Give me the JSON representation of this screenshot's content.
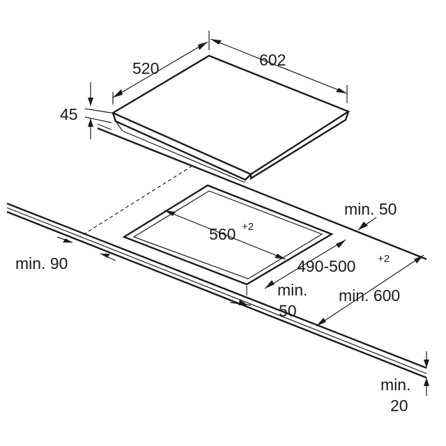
{
  "diagram": {
    "hob_width": "602",
    "hob_depth": "520",
    "hob_height": "45",
    "cutout_width": "560",
    "cutout_width_tolerance": "+2",
    "cutout_depth": "490-500",
    "cutout_depth_tolerance": "+2",
    "min_back_clearance_label": "min. 50",
    "min_side_clearance_label": "min. 90",
    "min_front_clearance_label_line1": "min.",
    "min_front_clearance_label_line2": "50",
    "min_worktop_depth_label": "min. 600",
    "min_worktop_thickness_label_line1": "min.",
    "min_worktop_thickness_label_line2": "20"
  }
}
